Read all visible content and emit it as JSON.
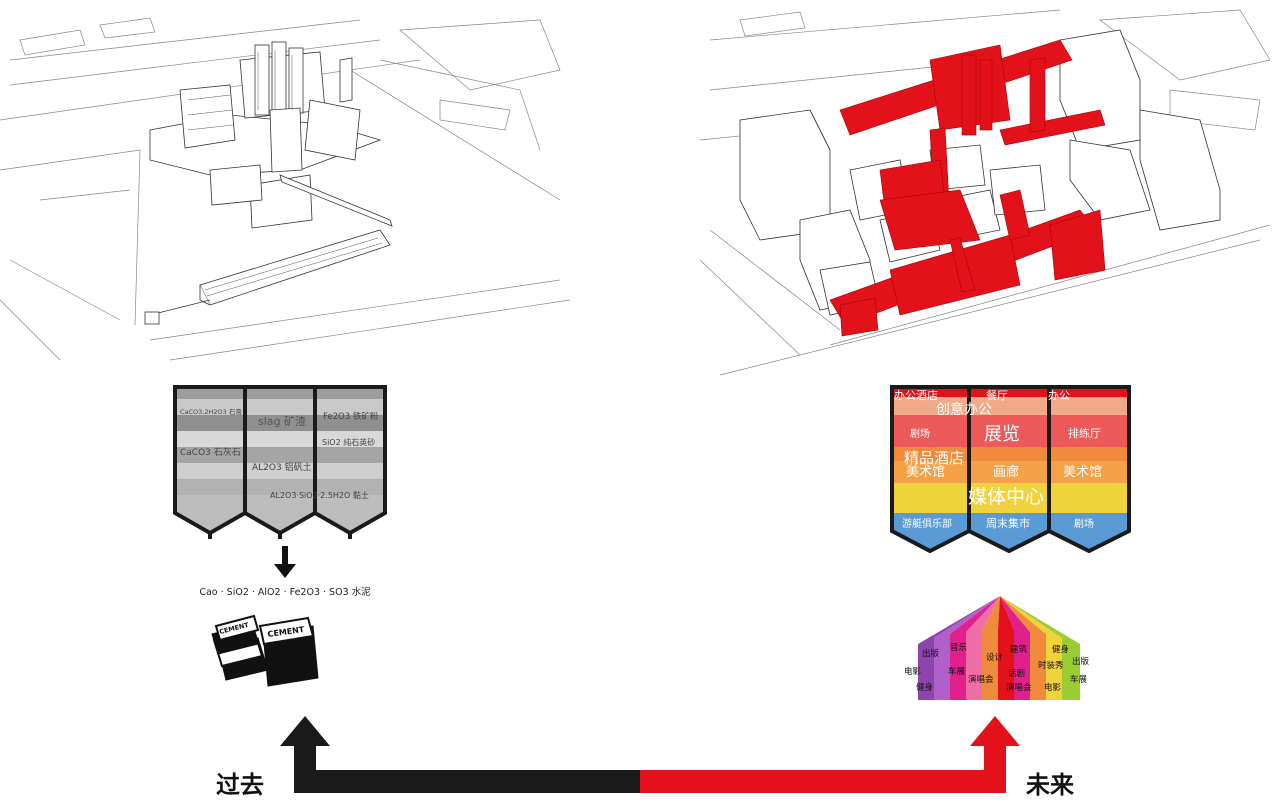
{
  "past": {
    "label": "过去",
    "silo_materials": {
      "s1_top": "CaCO3.2H2O3 石膏",
      "s1_mid": "CaCO3 石灰石",
      "s2_top": "slag 矿渣",
      "s2_mid": "AL2O3 铝矾土",
      "s3_top": "Fe2O3 铁矿粉",
      "s3_mid": "SiO2 纯石英砂",
      "bottom": "AL2O3·SiO2·2.5H2O 黏土"
    },
    "formula": "Cao · SiO2 · AlO2 · Fe2O3 · SO3 水泥",
    "cement_label": "CEMENT"
  },
  "future": {
    "label": "未来",
    "silo_functions": {
      "r1a": "办公酒店",
      "r1b": "餐厅",
      "r1c": "办公",
      "r2": "创意办公",
      "r3a": "剧场",
      "r3b": "展览",
      "r3c": "排练厅",
      "r4a": "精品酒店",
      "r4b": "美术馆",
      "r5a": "画廊",
      "r5b": "美术馆",
      "r6": "媒体中心",
      "r7a": "游艇俱乐部",
      "r7b": "周末集市",
      "r7c": "剧场"
    },
    "tent_activities": {
      "a1": "出版",
      "a2": "音乐",
      "a3": "建筑",
      "a4": "健身",
      "a5": "出版",
      "b1": "电影",
      "b2": "设计",
      "b3": "时装秀",
      "c1": "车展",
      "c2": "演唱会",
      "c3": "话剧",
      "c4": "车展",
      "d1": "健身",
      "d2": "演唱会",
      "d3": "电影"
    }
  },
  "colors": {
    "red": "#e3121a",
    "black": "#1a1a1a",
    "silo_gray": "#b7b7b7",
    "orange": "#f08a3c",
    "yellow": "#f0d23c",
    "blue": "#5b9bd5",
    "purple": "#8e44ad",
    "magenta": "#e0208c",
    "green": "#9acd32"
  },
  "icons": {
    "down_arrow": "down-arrow-icon",
    "cement_bags": "cement-bags-icon",
    "up_arrow_past": "up-arrow-icon",
    "up_arrow_future": "up-arrow-icon"
  }
}
